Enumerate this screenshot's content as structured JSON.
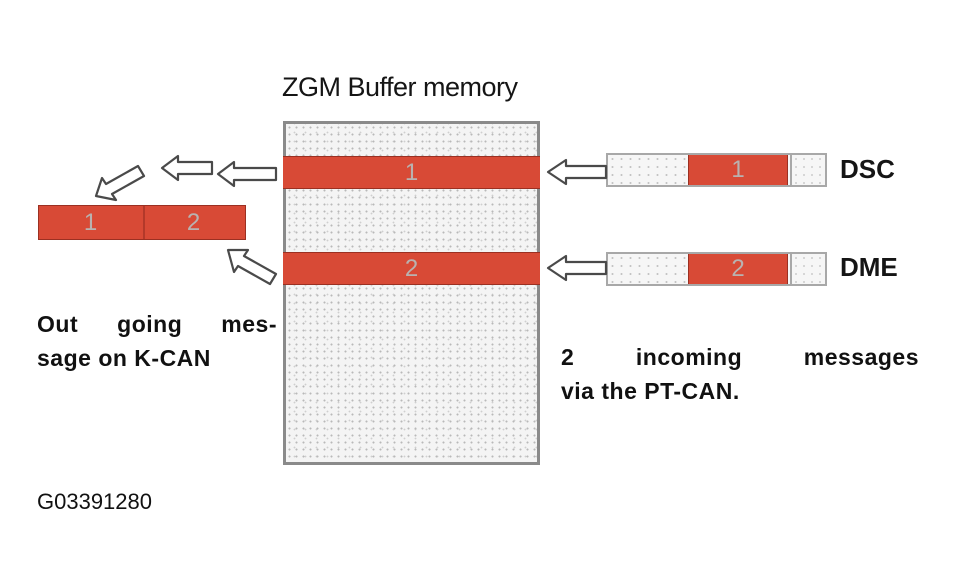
{
  "diagram": {
    "title": "ZGM Buffer memory",
    "buffer_slots": [
      {
        "label": "1"
      },
      {
        "label": "2"
      }
    ],
    "incoming": [
      {
        "ecu": "DSC",
        "slot_label": "1"
      },
      {
        "ecu": "DME",
        "slot_label": "2"
      }
    ],
    "outgoing": {
      "cells": [
        "1",
        "2"
      ]
    },
    "caption_left": {
      "line1": "Out going mes-",
      "line2": "sage on K-CAN"
    },
    "caption_right": {
      "line1": "2 incoming messages",
      "line2": "via the PT-CAN."
    },
    "figure_id": "G03391280",
    "colors": {
      "message_red": "#d84a36",
      "buffer_border": "#8a8a8a",
      "arrow_stroke": "#4a4a4a"
    }
  }
}
